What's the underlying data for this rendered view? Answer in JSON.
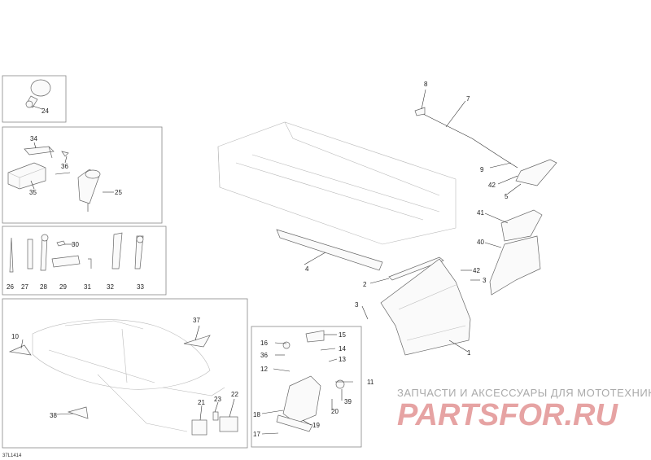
{
  "diagram_code": "37L1414",
  "watermark": {
    "tagline": "ЗАПЧАСТИ И АКСЕССУАРЫ ДЛЯ МОТОТЕХНИКИ",
    "brand": "PARTSFOR.RU"
  },
  "callouts": {
    "c1": "1",
    "c2": "2",
    "c3a": "3",
    "c3b": "3",
    "c4": "4",
    "c5": "5",
    "c7": "7",
    "c8": "8",
    "c9": "9",
    "c10": "10",
    "c11": "11",
    "c12": "12",
    "c13": "13",
    "c14": "14",
    "c15": "15",
    "c16": "16",
    "c17": "17",
    "c18": "18",
    "c19": "19",
    "c20": "20",
    "c21": "21",
    "c22": "22",
    "c23": "23",
    "c24": "24",
    "c25": "25",
    "c26": "26",
    "c27": "27",
    "c28": "28",
    "c29": "29",
    "c30": "30",
    "c31": "31",
    "c32": "32",
    "c33": "33",
    "c34": "34",
    "c35": "35",
    "c36a": "36",
    "c36b": "36",
    "c37": "37",
    "c38": "38",
    "c39": "39",
    "c40": "40",
    "c41": "41",
    "c42a": "42",
    "c42b": "42"
  }
}
